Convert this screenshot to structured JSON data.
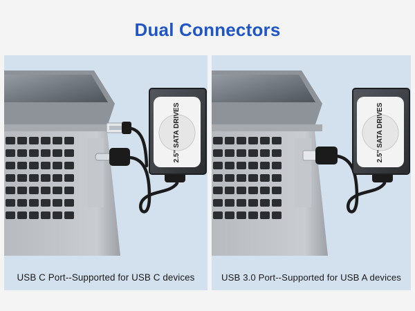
{
  "title": "Dual Connectors",
  "panels": [
    {
      "caption": "USB C Port--Supported for USB C devices",
      "drive_label": "2.5\" SATA DRIVES",
      "connector_shown": "usb-a-and-usb-c"
    },
    {
      "caption": "USB 3.0 Port--Supported for USB A devices",
      "drive_label": "2.5\" SATA DRIVES",
      "connector_shown": "usb-a"
    }
  ],
  "colors": {
    "title": "#1f55c5",
    "panel_bg": "#d3e1ef",
    "page_bg": "#f4f4f4",
    "laptop": "#b9bcc0",
    "keys": "#2b2d30",
    "cable": "#1b1b1b",
    "drive_body": "#3a3d41"
  }
}
